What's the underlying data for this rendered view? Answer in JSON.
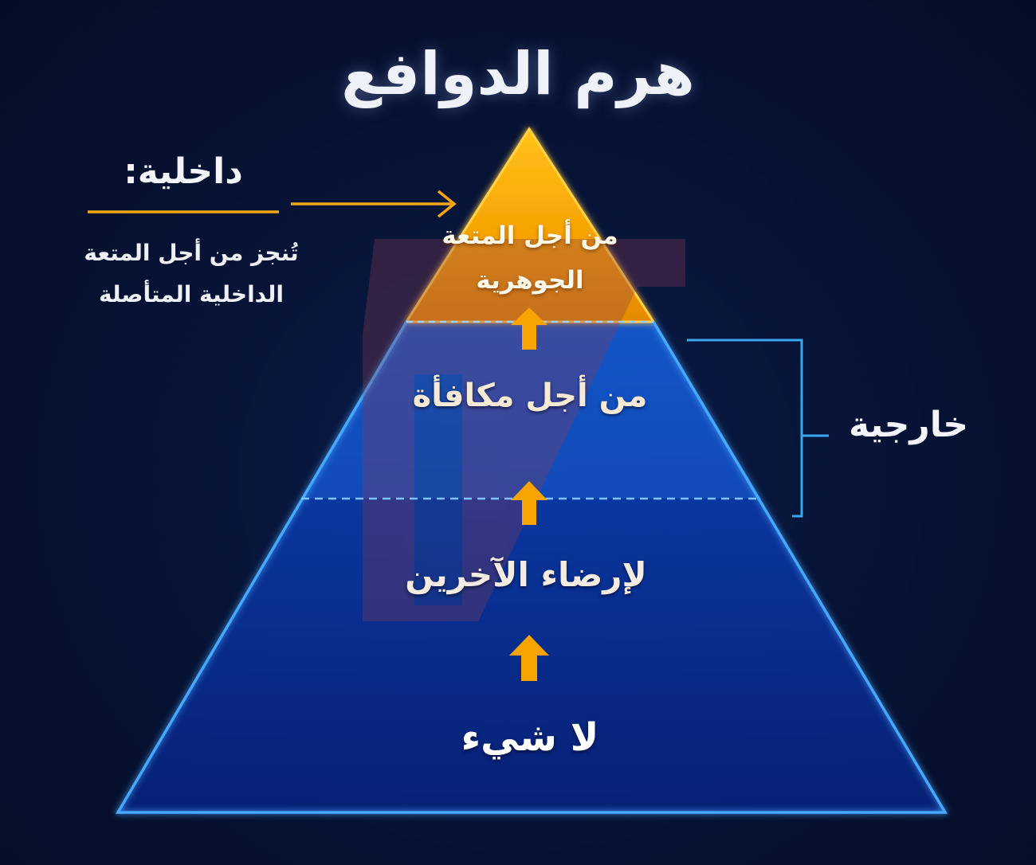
{
  "title": "هرم الدوافع",
  "pyramid": {
    "levels": [
      {
        "label": "من أجل المتعة الجوهرية"
      },
      {
        "label": "من أجل مكافأة"
      },
      {
        "label": "لإرضاء الآخرين"
      },
      {
        "label": "لا شيء"
      }
    ]
  },
  "intrinsic": {
    "title": "داخلية:",
    "description": "تُنجز من أجل المتعة الداخلية المتأصلة"
  },
  "extrinsic": {
    "label": "خارجية"
  },
  "colors": {
    "background": "#06102a",
    "pyramid_blue": "#0a2a8c",
    "pyramid_edge": "#3fa0ff",
    "apex_orange": "#f5a300",
    "arrow_orange": "#f7a400",
    "bracket_blue": "#3aa6f0"
  },
  "icons": {
    "arrow": "arrow-up-icon",
    "pointer": "arrow-right-icon",
    "watermark": "logo-watermark"
  }
}
